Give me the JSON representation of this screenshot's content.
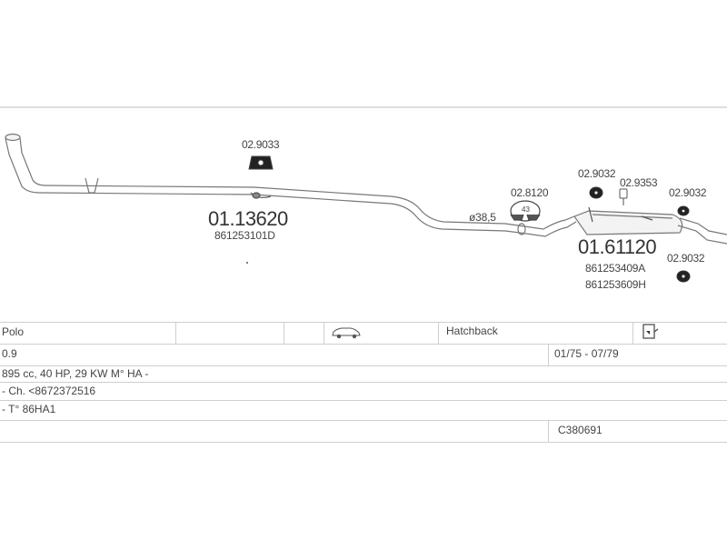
{
  "diagram": {
    "parts": {
      "front_pipe": {
        "code": "01.13620",
        "oem": "861253101D"
      },
      "front_mount": {
        "code": "02.9033"
      },
      "diameter": "ø38,5",
      "clamp": {
        "code": "02.8120",
        "inner_label": "43"
      },
      "rear_silencer": {
        "code": "01.61120",
        "oem_1": "861253409A",
        "oem_2": "861253609H"
      },
      "mount_left": {
        "code": "02.9032"
      },
      "hanger": {
        "code": "02.9353"
      },
      "mount_right": {
        "code": "02.9032"
      },
      "mount_lower": {
        "code": "02.9032"
      }
    }
  },
  "table": {
    "model": "Polo",
    "body_type": "Hatchback",
    "engine_size": "0.9",
    "production_period": "01/75 - 07/79",
    "spec_line": "895 cc, 40 HP, 29 KW M° HA -",
    "chassis_line": "- Ch. <8672372516",
    "type_line": "- T° 86HA1",
    "catalog_code": "C380691"
  }
}
